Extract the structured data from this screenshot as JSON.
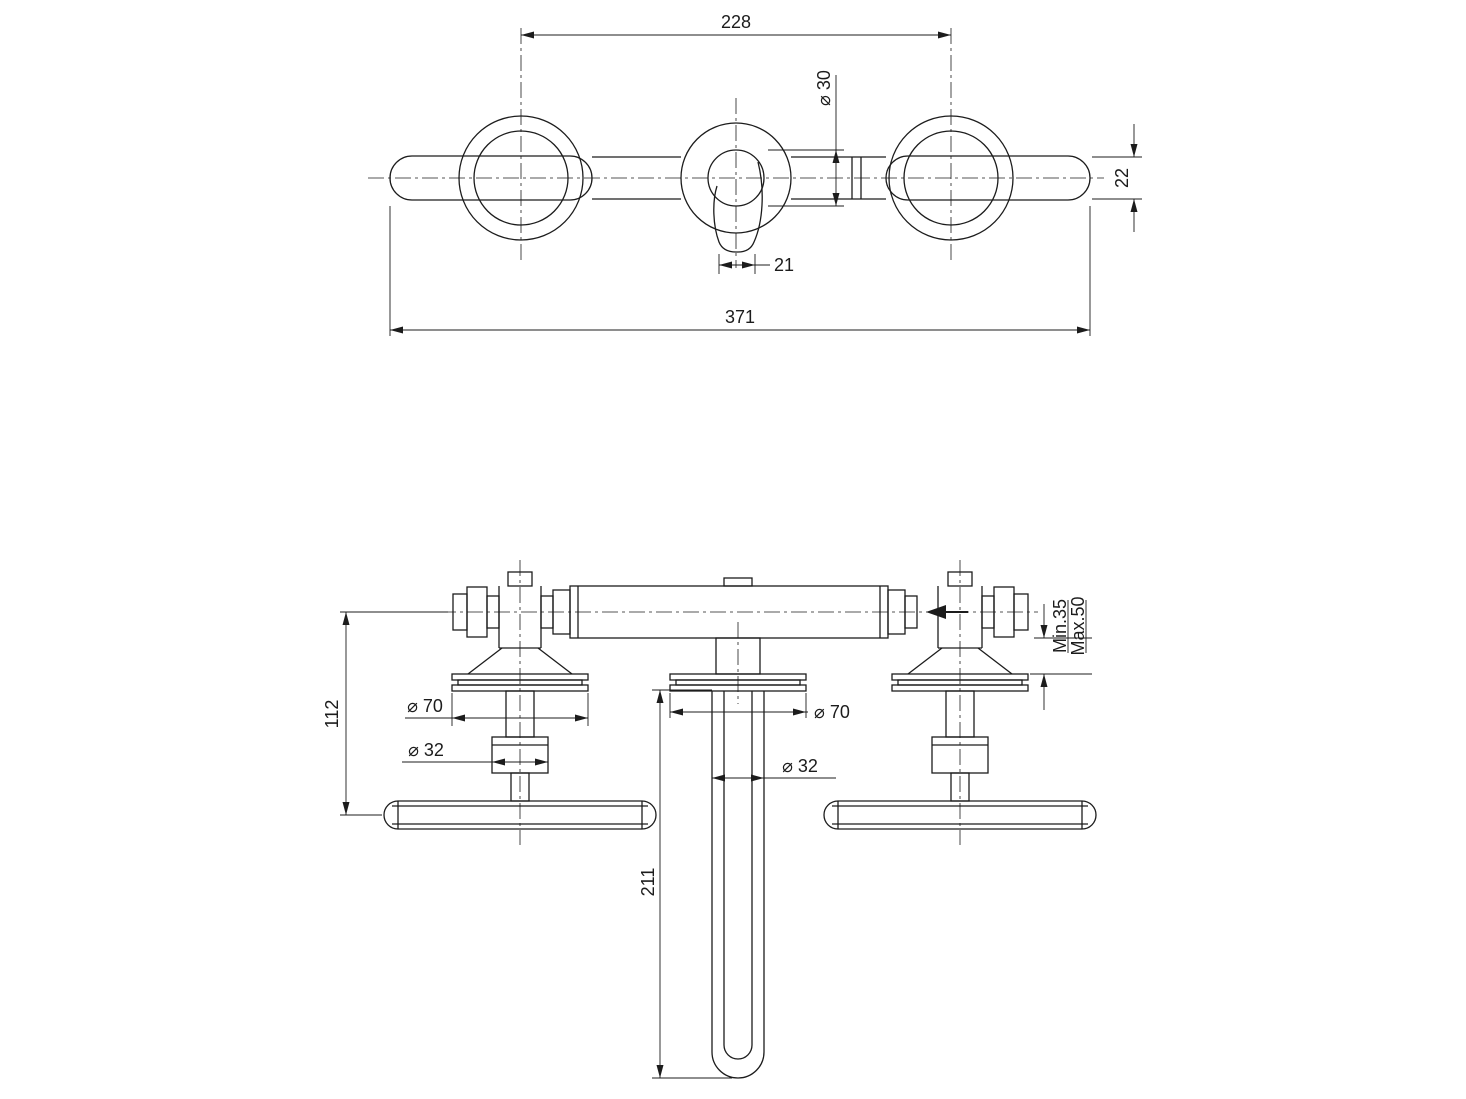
{
  "drawing": {
    "type": "technical-dimension-drawing",
    "subject": "three-hole wall-mounted basin mixer, front and side views",
    "line_color": "#1c1c1c",
    "background_color": "#ffffff"
  },
  "dims": {
    "front": {
      "between_centers": "228",
      "trim_diameter": "⌀ 30",
      "body_height": "22",
      "spout_width": "21",
      "overall_width": "371"
    },
    "side": {
      "handle_offset": "112",
      "left_flange_diameter": "⌀ 70",
      "left_valve_diameter": "⌀ 32",
      "mid_flange_diameter": "⌀ 70",
      "spout_tube_diameter": "⌀ 32",
      "spout_drop": "211",
      "depth_min": "Min.35",
      "depth_max": "Max.50"
    }
  }
}
